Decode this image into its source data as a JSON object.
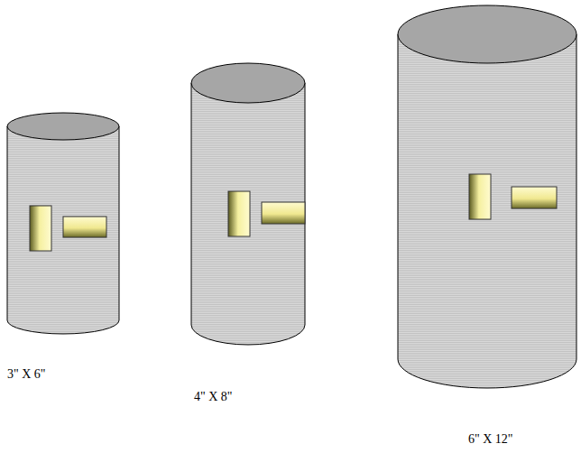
{
  "diagram": {
    "labels": [
      "3\" X 6\"",
      "4\" X 8\"",
      "6\" X 12\""
    ]
  }
}
